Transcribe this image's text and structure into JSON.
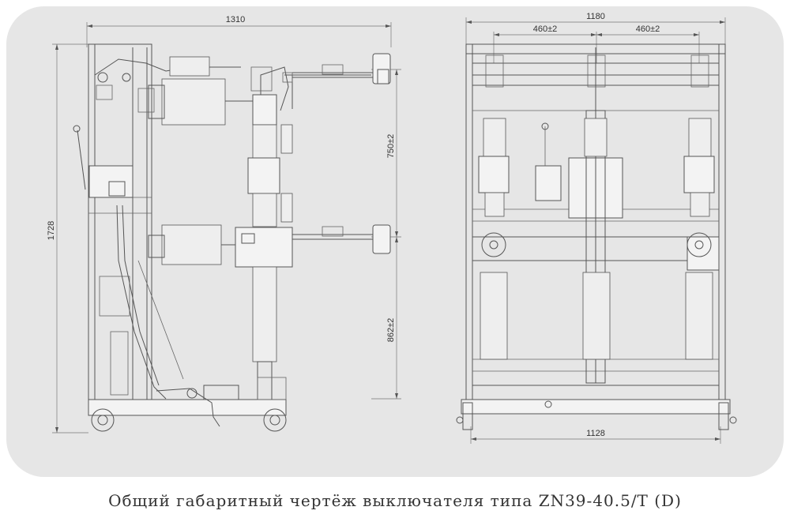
{
  "caption": "Общий габаритный чертёж выключателя типа ZN39-40.5/T (D)",
  "dimensions": {
    "side_width": "1310",
    "height": "1728",
    "side_upper": "750±2",
    "side_lower": "862±2",
    "front_width": "1180",
    "front_pitch_left": "460±2",
    "front_pitch_right": "460±2",
    "front_base": "1128"
  }
}
